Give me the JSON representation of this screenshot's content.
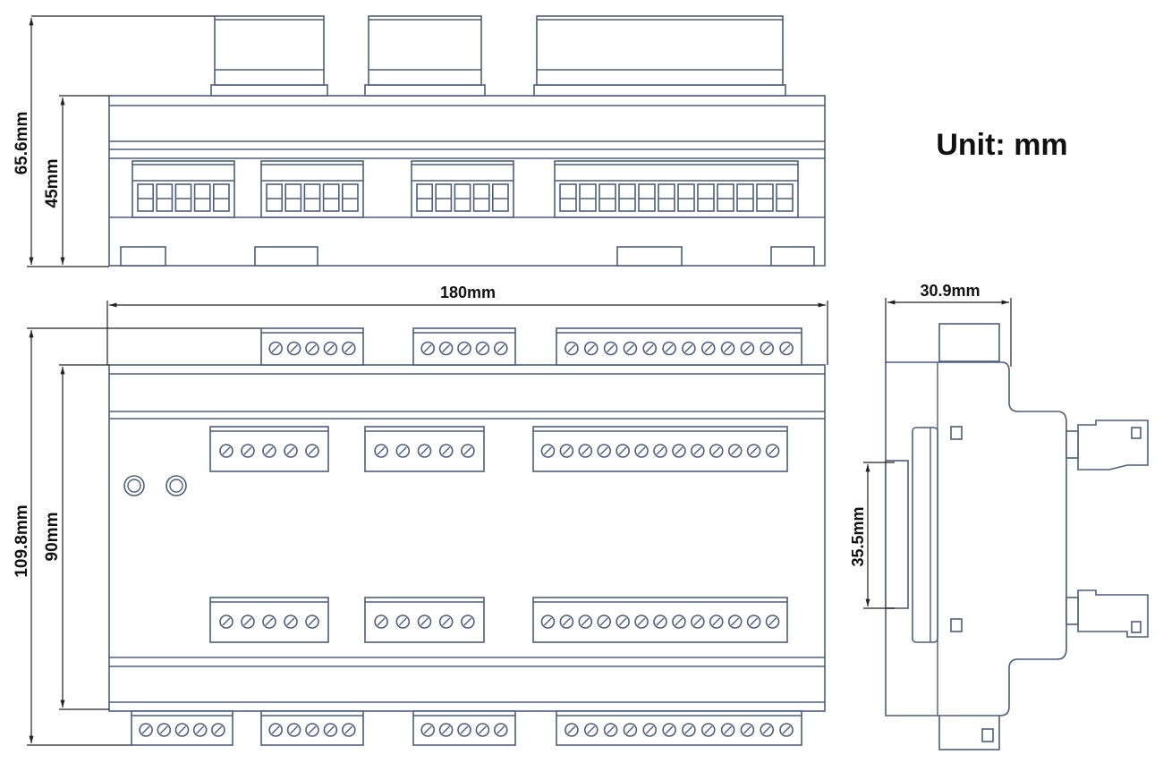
{
  "title": "Unit: mm",
  "dimensions": {
    "top_overall_height": "65.6mm",
    "top_body_height": "45mm",
    "front_width": "180mm",
    "front_overall_height": "109.8mm",
    "front_body_height": "90mm",
    "side_depth": "30.9mm",
    "din_rail_width": "35.5mm"
  },
  "colors": {
    "line": "#4d5d7c",
    "dimension": "#222222"
  }
}
